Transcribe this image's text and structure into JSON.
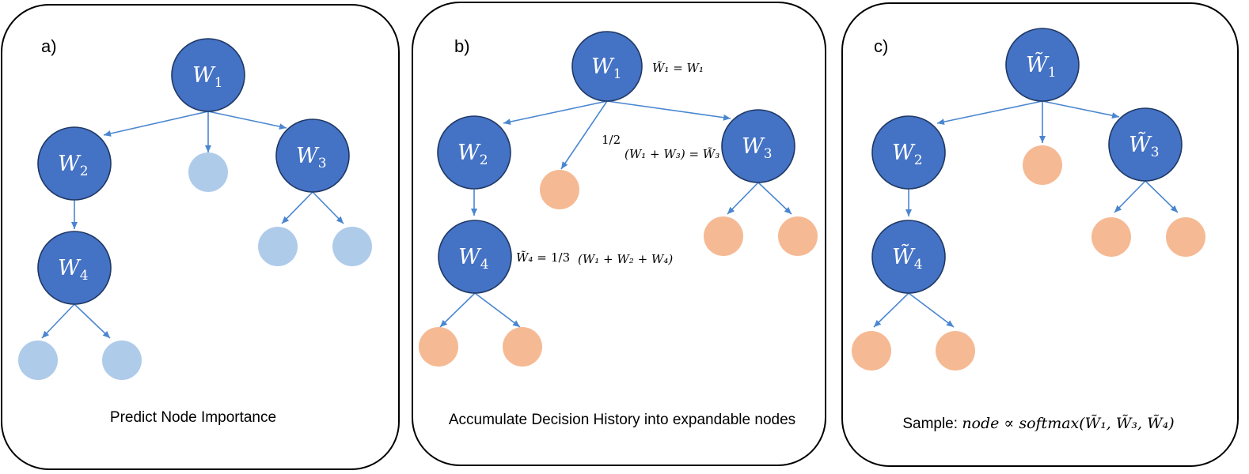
{
  "panels": [
    {
      "label": "a)",
      "caption": "Predict Node Importance",
      "nodes": {
        "w1": "W",
        "w2": "W",
        "w3": "W",
        "w4": "W"
      },
      "subs": {
        "w1": "1",
        "w2": "2",
        "w3": "3",
        "w4": "4"
      }
    },
    {
      "label": "b)",
      "caption": "Accumulate Decision History into expandable nodes",
      "nodes": {
        "w1": "W",
        "w2": "W",
        "w3": "W",
        "w4": "W"
      },
      "subs": {
        "w1": "1",
        "w2": "2",
        "w3": "3",
        "w4": "4"
      },
      "formulas": {
        "w1": "W̃₁ = W₁",
        "w3_frac": "1/2",
        "w3_rest": "(W₁ + W₃) = W̃₃",
        "w4_lhs": "W̃₄ =",
        "w4_frac": "1/3",
        "w4_rest": "(W₁ + W₂ + W₄)"
      }
    },
    {
      "label": "c)",
      "caption_prefix": "Sample: ",
      "caption_math": "node ∝ softmax(W̃₁, W̃₃, W̃₄)",
      "nodes": {
        "w1": "W̃",
        "w2": "W",
        "w3": "W̃",
        "w4": "W̃"
      },
      "subs": {
        "w1": "1",
        "w2": "2",
        "w3": "3",
        "w4": "4"
      }
    }
  ],
  "colors": {
    "node": "#4472C4",
    "leaf_a": "#AFCBEA",
    "leaf_bc": "#F5BA94",
    "edge": "#4A86D0"
  }
}
